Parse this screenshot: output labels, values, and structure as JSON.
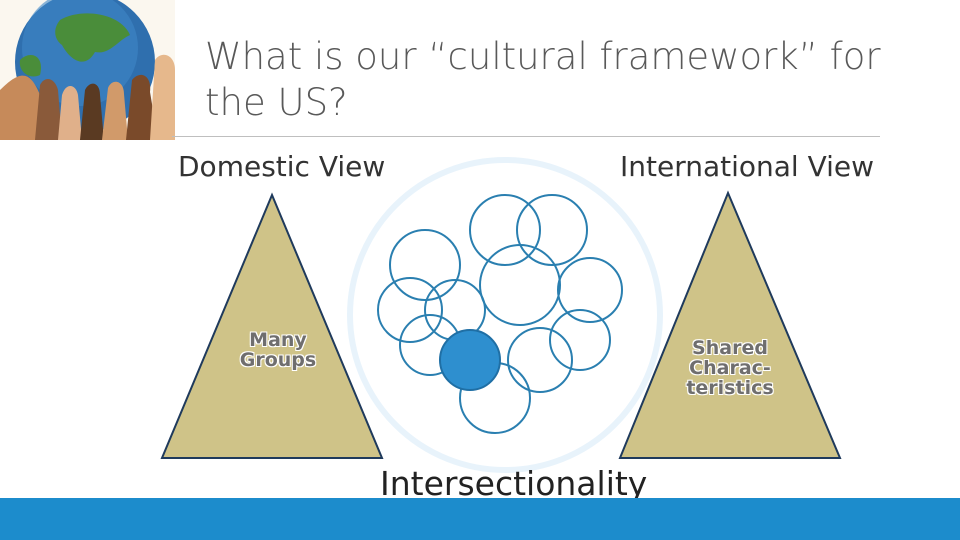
{
  "slide": {
    "title": "What is our “cultural framework” for the US?",
    "domestic_label": "Domestic View",
    "international_label": "International View",
    "many_groups_line1": "Many",
    "many_groups_line2": "Groups",
    "shared_line1": "Shared",
    "shared_line2": "Charac-",
    "shared_line3": "teristics",
    "intersectionality_label": "Intersectionality"
  },
  "colors": {
    "triangle_fill": "#cfc388",
    "triangle_stroke": "#1f3a5c",
    "circle_stroke": "#2a7fb0",
    "highlight_circle": "#2e8fcf",
    "footer": "#1c8ccc"
  },
  "images": {
    "logo": "globe-held-by-hands"
  }
}
